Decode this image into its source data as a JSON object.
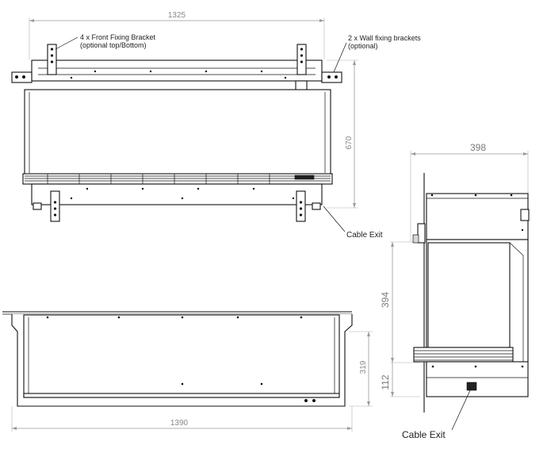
{
  "dimensions": {
    "front_width": "1325",
    "front_height": "670",
    "side_depth": "398",
    "side_height": "394",
    "side_base": "112",
    "bottom_width": "1390",
    "bottom_depth": "319"
  },
  "annotations": {
    "front_bracket_line1": "4 x Front Fixing Bracket",
    "front_bracket_line2": "(optional top/Bottom)",
    "wall_bracket_line1": "2 x Wall fixing brackets",
    "wall_bracket_line2": "(optional)",
    "cable_exit_front": "Cable Exit",
    "cable_exit_side": "Cable Exit"
  },
  "colors": {
    "line": "#111111",
    "dimension": "#9a9a9a"
  }
}
